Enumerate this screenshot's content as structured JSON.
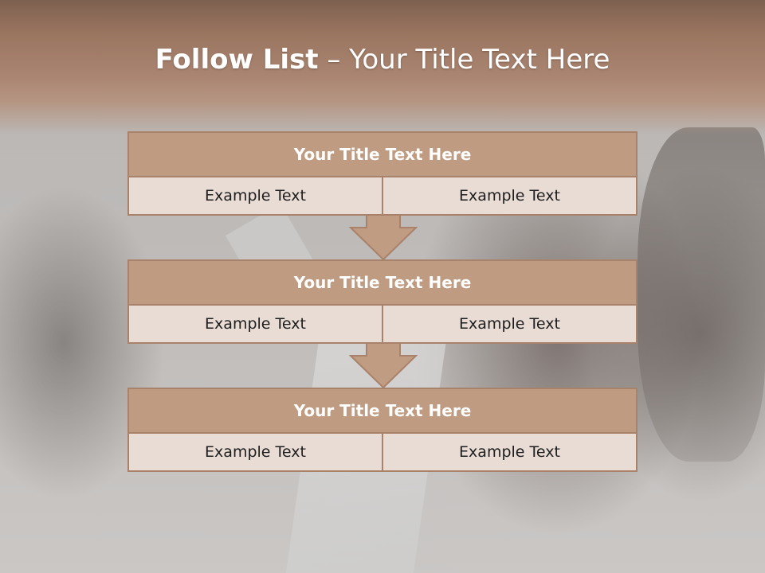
{
  "title": {
    "bold": "Follow List",
    "rest": " – Your Title Text Here"
  },
  "colors": {
    "header": "#a98470",
    "box_title": "#bf9b81",
    "box_border": "#a8826a",
    "box_body": "#e8dcd5",
    "arrow": "#c09c82"
  },
  "blocks": [
    {
      "title": "Your Title Text Here",
      "left": "Example Text",
      "right": "Example Text"
    },
    {
      "title": "Your Title Text Here",
      "left": "Example Text",
      "right": "Example Text"
    },
    {
      "title": "Your Title Text Here",
      "left": "Example Text",
      "right": "Example Text"
    }
  ],
  "icons": [
    "down-arrow-icon",
    "down-arrow-icon"
  ]
}
